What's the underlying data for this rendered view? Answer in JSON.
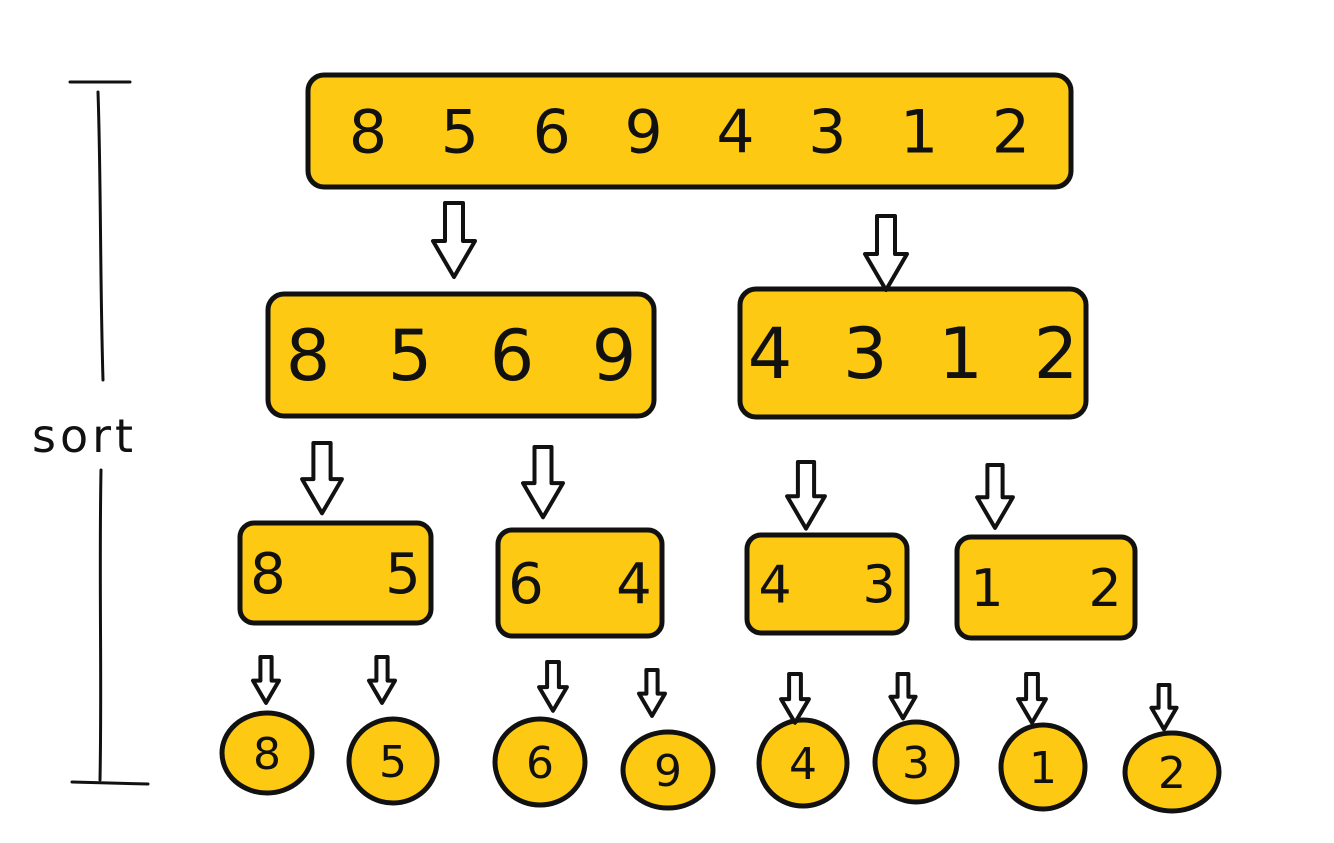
{
  "side_label": "sort",
  "colors": {
    "fill": "#fdc913",
    "stroke": "#111111",
    "background": "#ffffff"
  },
  "icons": {
    "arrow": "hollow-down-arrow-icon"
  },
  "levels": [
    {
      "nodes": [
        {
          "digits": [
            "8",
            "5",
            "6",
            "9",
            "4",
            "3",
            "1",
            "2"
          ]
        }
      ]
    },
    {
      "nodes": [
        {
          "digits": [
            "8",
            "5",
            "6",
            "9"
          ]
        },
        {
          "digits": [
            "4",
            "3",
            "1",
            "2"
          ]
        }
      ]
    },
    {
      "nodes": [
        {
          "digits": [
            "8",
            "5"
          ]
        },
        {
          "digits": [
            "6",
            "4"
          ]
        },
        {
          "digits": [
            "4",
            "3"
          ]
        },
        {
          "digits": [
            "1",
            "2"
          ]
        }
      ]
    },
    {
      "nodes": [
        {
          "digits": [
            "8"
          ]
        },
        {
          "digits": [
            "5"
          ]
        },
        {
          "digits": [
            "6"
          ]
        },
        {
          "digits": [
            "9"
          ]
        },
        {
          "digits": [
            "4"
          ]
        },
        {
          "digits": [
            "3"
          ]
        },
        {
          "digits": [
            "1"
          ]
        },
        {
          "digits": [
            "2"
          ]
        }
      ]
    }
  ]
}
